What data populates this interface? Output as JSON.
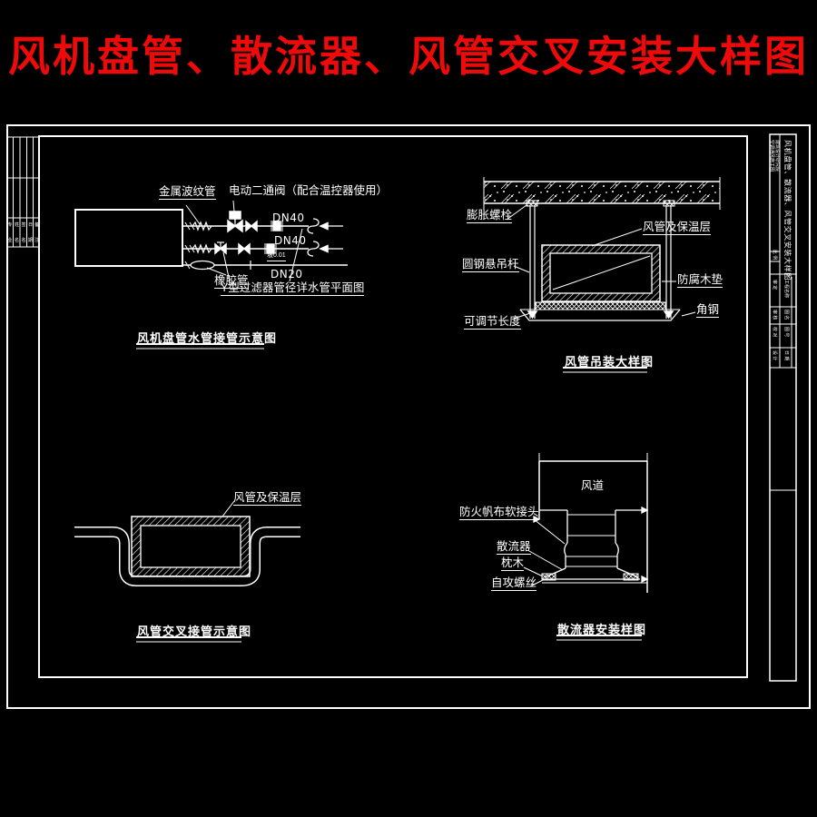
{
  "page_title": "风机盘管、散流器、风管交叉安装大样图",
  "colors": {
    "background": "#000000",
    "line": "#ffffff",
    "title_red": "#ee0a0a"
  },
  "drawings": {
    "fan_coil": {
      "title": "风机盘管水管接管示意图",
      "labels": {
        "metal_bellows": "金属波纹管",
        "electric_valve": "电动二通阀（配合温控器使用）",
        "dn40_supply": "DN40",
        "dn40_return": "DN40",
        "slope": "坡0.01",
        "dn20": "DN20",
        "rubber_hose": "橡胶管",
        "y_filter": "Y型过滤器管径详水管平面图"
      }
    },
    "duct_hanging": {
      "title": "风管吊装大样图",
      "labels": {
        "expansion_bolt": "膨胀螺栓",
        "duct_insulation": "风管及保温层",
        "round_steel_rod": "圆钢悬吊杆",
        "anticorrosive_wood_pad": "防腐木垫",
        "adjustable_length": "可调节长度",
        "angle_steel": "角钢"
      }
    },
    "duct_crossing": {
      "title": "风管交叉接管示意图",
      "labels": {
        "duct_insulation": "风管及保温层"
      }
    },
    "diffuser": {
      "title": "散流器安装样图",
      "labels": {
        "air_duct": "风道",
        "canvas_flex_joint": "防火帆布软接头",
        "diffuser": "散流器",
        "wood_block": "枕木",
        "self_tapping_screw": "自攻螺丝"
      }
    }
  },
  "title_block": {
    "firm_line1": "建筑设计研究院",
    "firm_line2": "空调通风施工图",
    "drawing_title": "风机盘管、散流器、风管交叉安装大样图",
    "scale_label": "比 例",
    "rows": [
      {
        "l": "审 定",
        "r": "工程名称"
      },
      {
        "l": "审 核",
        "r": "图  名"
      },
      {
        "l": "校 对",
        "r": "图  号"
      },
      {
        "l": "设 计",
        "r": "日  期"
      }
    ]
  },
  "signature_strip": {
    "cols": [
      "专业",
      "姓名",
      "签名",
      "日期",
      "备注"
    ]
  }
}
